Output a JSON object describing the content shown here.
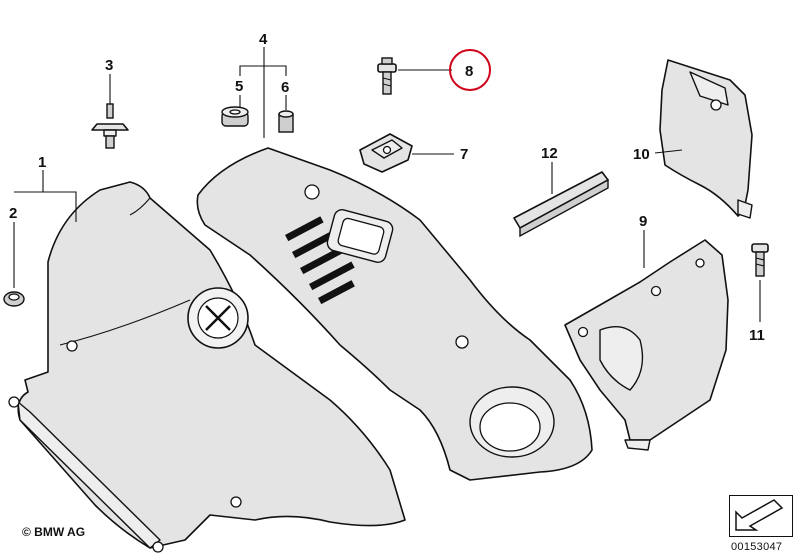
{
  "diagram": {
    "copyright": "© BMW AG",
    "diagram_number": "00153047",
    "highlight_color": "#d0021b",
    "highlighted_part": "8",
    "callouts": {
      "c1": "1",
      "c2": "2",
      "c3": "3",
      "c4": "4",
      "c5": "5",
      "c6": "6",
      "c7": "7",
      "c8": "8",
      "c9": "9",
      "c10": "10",
      "c11": "11",
      "c12": "12"
    }
  }
}
